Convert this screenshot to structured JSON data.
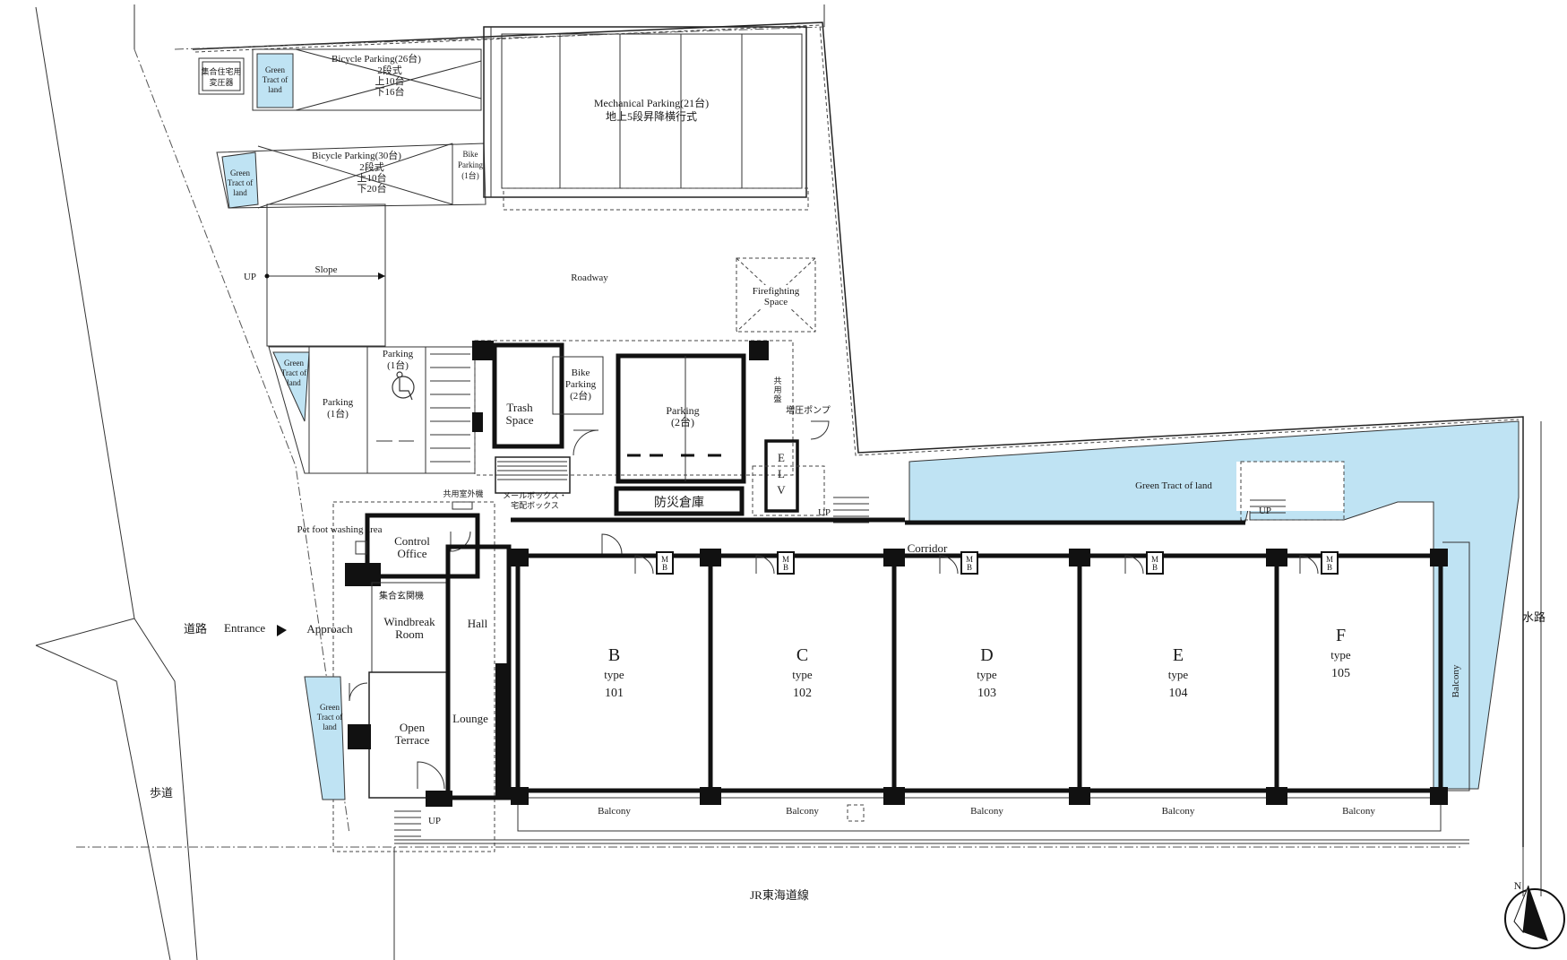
{
  "outside": {
    "road": "道路",
    "sidewalk": "歩道",
    "railway": "JR東海道線",
    "waterway": "水路",
    "entrance": "Entrance",
    "approach": "Approach",
    "pet_area": "Pet foot washing area",
    "roadway": "Roadway",
    "slope": "Slope",
    "up": "UP",
    "north": "N"
  },
  "facilities": {
    "transformer_l1": "集合住宅用",
    "transformer_l2": "変圧器",
    "green_l1": "Green",
    "green_l2": "Tract of",
    "green_l3": "land",
    "bicycle1_l1": "Bicycle Parking(26台)",
    "bicycle1_l2": "2段式",
    "bicycle1_l3": "上10台",
    "bicycle1_l4": "下16台",
    "bicycle2_l1": "Bicycle Parking(30台)",
    "bicycle2_l2": "2段式",
    "bicycle2_l3": "上10台",
    "bicycle2_l4": "下20台",
    "bike1_l1": "Bike",
    "bike1_l2": "Parking",
    "bike1_l3": "(1台)",
    "mech_l1": "Mechanical Parking(21台)",
    "mech_l2": "地上5段昇降横行式",
    "fire_l1": "Firefighting",
    "fire_l2": "Space",
    "parking1_l1": "Parking",
    "parking1_l2": "(1台)",
    "trash_l1": "Trash",
    "trash_l2": "Space",
    "bike2_l1": "Bike",
    "bike2_l2": "Parking",
    "bike2_l3": "(2台)",
    "parking2_l1": "Parking",
    "parking2_l2": "(2台)",
    "panel_l1": "共",
    "panel_l2": "用",
    "panel_l3": "盤",
    "pump": "増圧ポンプ",
    "elv_l1": "E",
    "elv_l2": "L",
    "elv_l3": "V",
    "mailbox_l1": "メールボックス・",
    "mailbox_l2": "宅配ボックス",
    "outdoor_unit": "共用室外機",
    "storage": "防災倉庫",
    "green_tract": "Green Tract of land"
  },
  "rooms": {
    "control_l1": "Control",
    "control_l2": "Office",
    "intercom": "集合玄関機",
    "windbreak_l1": "Windbreak",
    "windbreak_l2": "Room",
    "hall": "Hall",
    "lounge": "Lounge",
    "terrace_l1": "Open",
    "terrace_l2": "Terrace",
    "corridor": "Corridor",
    "mb_l1": "M",
    "mb_l2": "B",
    "balcony": "Balcony"
  },
  "units": [
    {
      "type": "B",
      "word": "type",
      "number": "101"
    },
    {
      "type": "C",
      "word": "type",
      "number": "102"
    },
    {
      "type": "D",
      "word": "type",
      "number": "103"
    },
    {
      "type": "E",
      "word": "type",
      "number": "104"
    },
    {
      "type": "F",
      "word": "type",
      "number": "105"
    }
  ]
}
